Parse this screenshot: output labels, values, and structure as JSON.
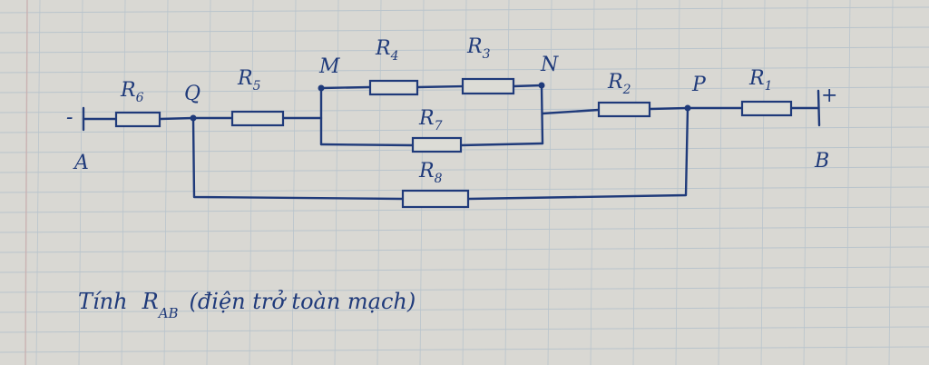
{
  "diagram": {
    "terminals": {
      "A": {
        "name": "A",
        "polarity": "-"
      },
      "B": {
        "name": "B",
        "polarity": "+"
      }
    },
    "nodes": [
      "Q",
      "M",
      "N",
      "P"
    ],
    "resistors": {
      "R1": {
        "letter": "R",
        "sub": "1"
      },
      "R2": {
        "letter": "R",
        "sub": "2"
      },
      "R3": {
        "letter": "R",
        "sub": "3"
      },
      "R4": {
        "letter": "R",
        "sub": "4"
      },
      "R5": {
        "letter": "R",
        "sub": "5"
      },
      "R6": {
        "letter": "R",
        "sub": "6"
      },
      "R7": {
        "letter": "R",
        "sub": "7"
      },
      "R8": {
        "letter": "R",
        "sub": "8"
      }
    },
    "task": {
      "prefix": "Tính",
      "symbol": "R",
      "symbol_sub": "AB",
      "suffix": "(điện trở toàn mạch)"
    }
  },
  "colors": {
    "ink": "#1f3a7a",
    "paper": "#d9d8d3",
    "grid": "#b9c4cc",
    "margin_line": "#c9b2b2"
  }
}
